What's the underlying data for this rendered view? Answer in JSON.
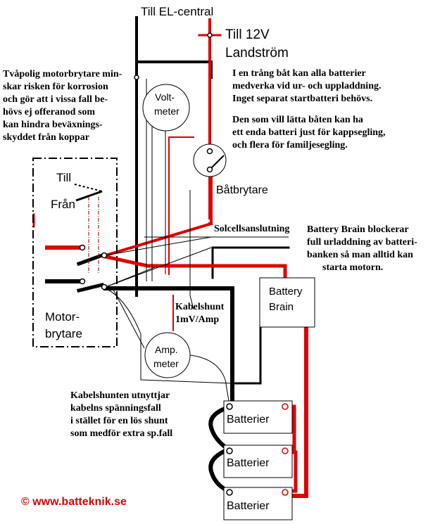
{
  "labels": {
    "el_central": "Till EL-central",
    "landstrom_line1": "Till 12V",
    "landstrom_line2": "Landström",
    "voltmeter_line1": "Volt-",
    "voltmeter_line2": "meter",
    "batbrytare": "Båtbrytare",
    "solcell": "Solcellsanslutning",
    "battery_brain_line1": "Battery",
    "battery_brain_line2": "Brain",
    "kabelshunt_line1": "Kabelshunt",
    "kabelshunt_line2": "1mV/Amp",
    "ammeter_line1": "Amp.",
    "ammeter_line2": "meter",
    "motor_line1": "Motor-",
    "motor_line2": "brytare",
    "till": "Till",
    "fran": "Från",
    "batterier_1": "Batterier",
    "batterier_2": "Batterier",
    "batterier_3": "Batterier",
    "copyright": "© www.batteknik.se"
  },
  "notes": {
    "motorbrytare": [
      "Tvåpolig motorbrytare min-",
      "skar risken för korrosion",
      "och gör att i vissa fall be-",
      "hövs ej offeranod som",
      "kan hindra beväxnings-",
      "skyddet från koppar"
    ],
    "batteries_1": [
      "I en trång båt kan alla batterier",
      "medverka vid ur- och uppladdning.",
      "Inget separat startbatteri behövs."
    ],
    "batteries_2": [
      "Den som vill lätta båten kan ha",
      "ett enda batteri just för kappsegling,",
      "och flera för familjesegling."
    ],
    "battery_brain": [
      "Battery Brain blockerar",
      "full urladdning av batteri-",
      "banken så man alltid kan",
      "starta motorn."
    ],
    "kabelshunt": [
      "Kabelshunten utnyttjar",
      "kabelns spänningsfall",
      "i stället för en lös shunt",
      "som medför extra sp.fall"
    ]
  },
  "colors": {
    "positive": "#e00000",
    "negative": "#000000",
    "copyright": "#e00000"
  }
}
